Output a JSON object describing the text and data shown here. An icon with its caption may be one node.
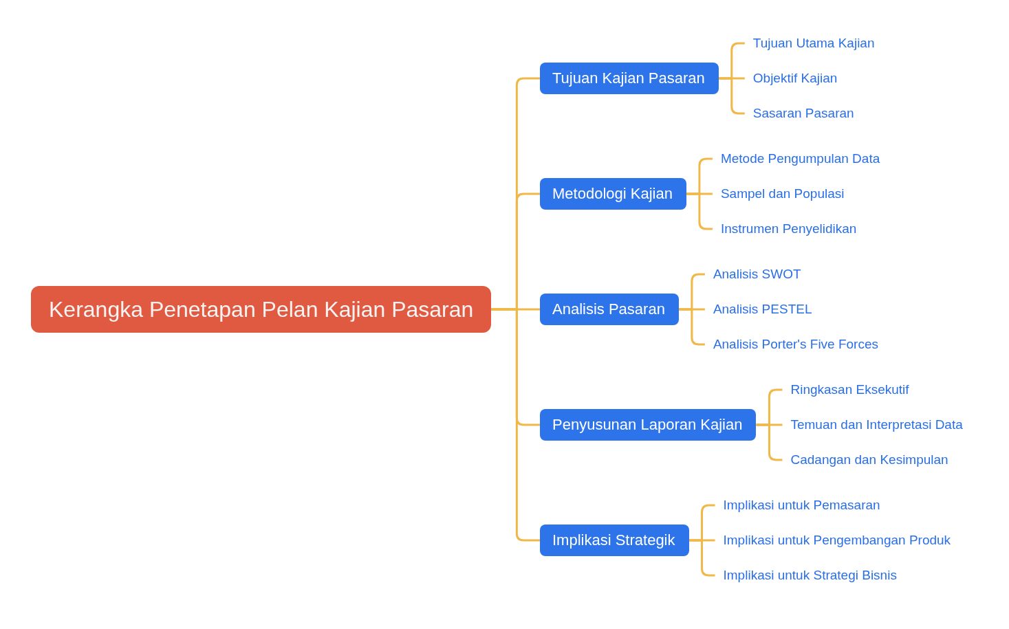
{
  "diagram": {
    "nodes": [
      {
        "text": [
          "Kerangka Penetapan Pelan Kajian Pasaran"
        ]
      },
      {
        "text": [
          "Tujuan Kajian Pasaran"
        ]
      },
      {
        "text": [
          "Tujuan Utama Kajian"
        ]
      },
      {
        "text": [
          "Objektif Kajian"
        ]
      },
      {
        "text": [
          "Sasaran Pasaran"
        ]
      },
      {
        "text": [
          "Metodologi Kajian"
        ]
      },
      {
        "text": [
          "Metode Pengumpulan Data"
        ]
      },
      {
        "text": [
          "Sampel dan Populasi"
        ]
      },
      {
        "text": [
          "Instrumen Penyelidikan"
        ]
      },
      {
        "text": [
          "Analisis Pasaran"
        ]
      },
      {
        "text": [
          "Analisis SWOT"
        ]
      },
      {
        "text": [
          "Analisis PESTEL"
        ]
      },
      {
        "text": [
          "Analisis Porter's Five Forces"
        ]
      },
      {
        "text": [
          "Penyusunan Laporan Kajian"
        ]
      },
      {
        "text": [
          "Ringkasan Eksekutif"
        ]
      },
      {
        "text": [
          "Temuan dan Interpretasi Data"
        ]
      },
      {
        "text": [
          "Cadangan dan Kesimpulan"
        ]
      },
      {
        "text": [
          "Implikasi Strategik"
        ]
      },
      {
        "text": [
          "Implikasi untuk Pemasaran"
        ]
      },
      {
        "text": [
          "Implikasi untuk Pengembangan Produk"
        ]
      },
      {
        "text": [
          "Implikasi untuk Strategi Bisnis"
        ]
      }
    ],
    "edges": [
      {
        "from": 0,
        "to": 1,
        "arrow": "none"
      },
      {
        "from": 0,
        "to": 5,
        "arrow": "none"
      },
      {
        "from": 0,
        "to": 9,
        "arrow": "none"
      },
      {
        "from": 0,
        "to": 13,
        "arrow": "none"
      },
      {
        "from": 0,
        "to": 17,
        "arrow": "none"
      },
      {
        "from": 1,
        "to": 2,
        "arrow": "none"
      },
      {
        "from": 1,
        "to": 3,
        "arrow": "none"
      },
      {
        "from": 1,
        "to": 4,
        "arrow": "none"
      },
      {
        "from": 5,
        "to": 6,
        "arrow": "none"
      },
      {
        "from": 5,
        "to": 7,
        "arrow": "none"
      },
      {
        "from": 5,
        "to": 8,
        "arrow": "none"
      },
      {
        "from": 9,
        "to": 10,
        "arrow": "none"
      },
      {
        "from": 9,
        "to": 11,
        "arrow": "none"
      },
      {
        "from": 9,
        "to": 12,
        "arrow": "none"
      },
      {
        "from": 13,
        "to": 14,
        "arrow": "none"
      },
      {
        "from": 13,
        "to": 15,
        "arrow": "none"
      },
      {
        "from": 13,
        "to": 16,
        "arrow": "none"
      },
      {
        "from": 17,
        "to": 18,
        "arrow": "none"
      },
      {
        "from": 17,
        "to": 19,
        "arrow": "none"
      },
      {
        "from": 17,
        "to": 20,
        "arrow": "none"
      }
    ]
  }
}
